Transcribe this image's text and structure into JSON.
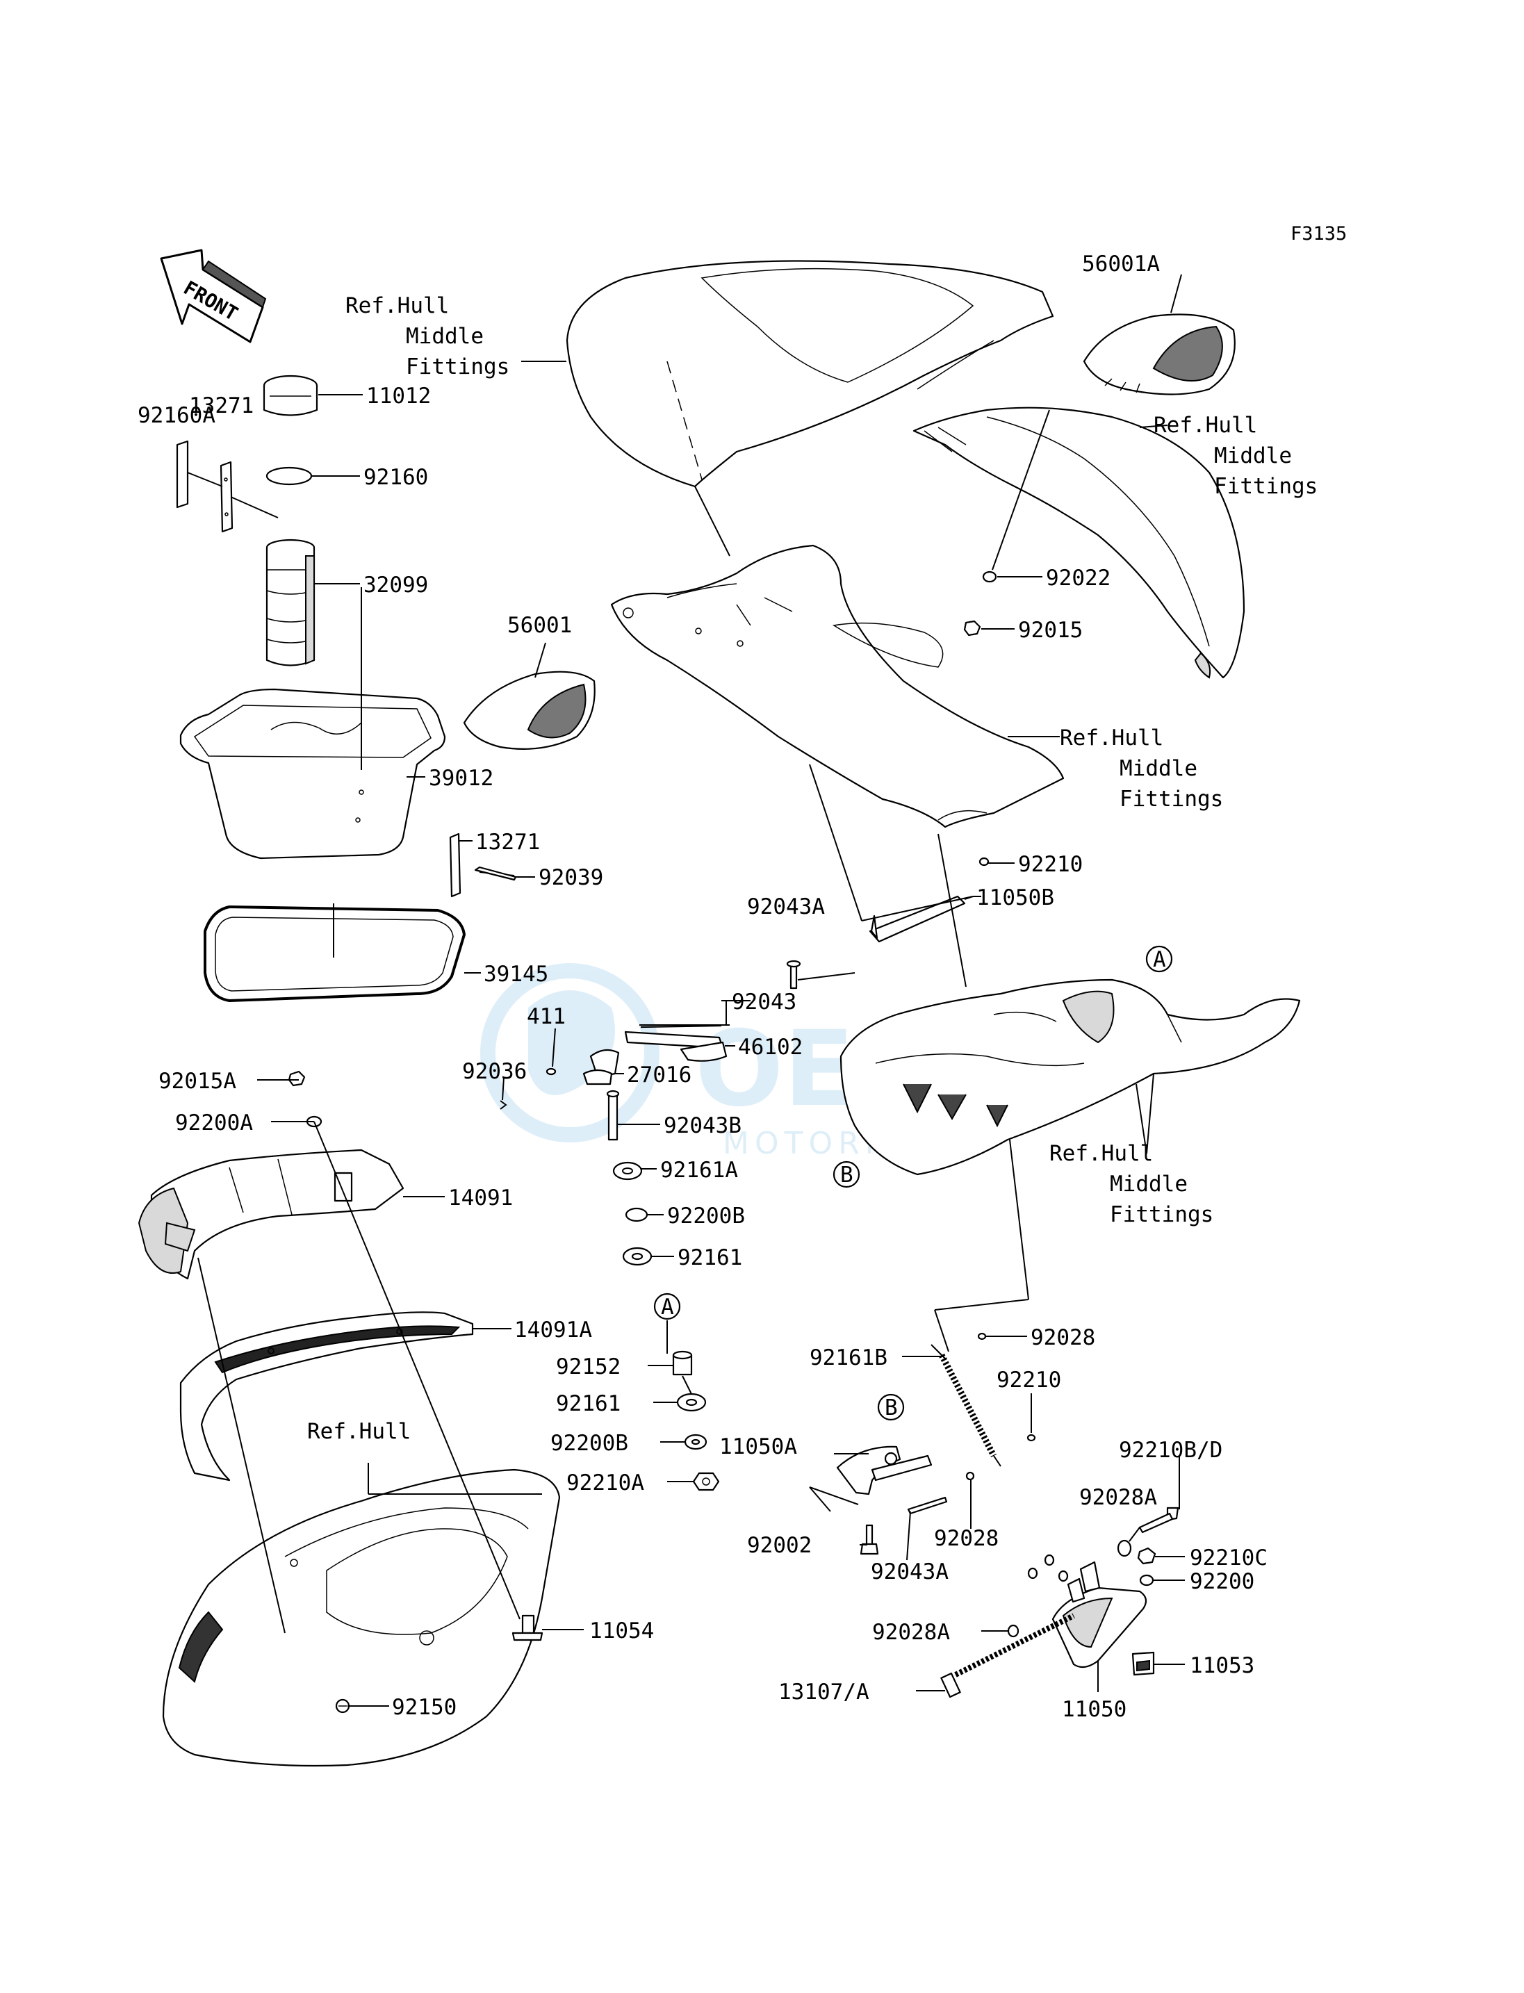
{
  "figure_code": "F3135",
  "front_label": "FRONT",
  "watermark": {
    "brand": "OEM",
    "sub": "MOTORPARTS"
  },
  "callouts": {
    "A_letter": "A",
    "B_letter": "B"
  },
  "labels": {
    "ref_hull_middle_fittings": [
      "Ref.Hull",
      "Middle",
      "Fittings"
    ],
    "ref_hull": "Ref.Hull",
    "p56001A": "56001A",
    "p92160A": "92160A",
    "p13271a": "13271",
    "p11012": "11012",
    "p92160": "92160",
    "p32099": "32099",
    "p56001": "56001",
    "p39012": "39012",
    "p13271b": "13271",
    "p92039": "92039",
    "p39145": "39145",
    "p92022": "92022",
    "p92015": "92015",
    "p92210a": "92210",
    "p11050B": "11050B",
    "p92043A_top": "92043A",
    "p92043": "92043",
    "p411": "411",
    "p92036": "92036",
    "p46102": "46102",
    "p27016": "27016",
    "p92043B": "92043B",
    "p92015A": "92015A",
    "p92200A": "92200A",
    "p92161A": "92161A",
    "p92200B_top": "92200B",
    "p92161_top": "92161",
    "p14091": "14091",
    "p14091A": "14091A",
    "p92152": "92152",
    "p92161_bot": "92161",
    "p92200B_bot": "92200B",
    "p92210A": "92210A",
    "p11050A": "11050A",
    "p92002": "92002",
    "p92043A_bot": "92043A",
    "p92028_top": "92028",
    "p92161B": "92161B",
    "p92210b": "92210",
    "p92028_mid": "92028",
    "p92210BD": "92210B/D",
    "p92028A_top": "92028A",
    "p92210C": "92210C",
    "p92200": "92200",
    "p92028A_bot": "92028A",
    "p11053": "11053",
    "p13107A": "13107/A",
    "p11050": "11050",
    "p11054": "11054",
    "p92150": "92150"
  }
}
